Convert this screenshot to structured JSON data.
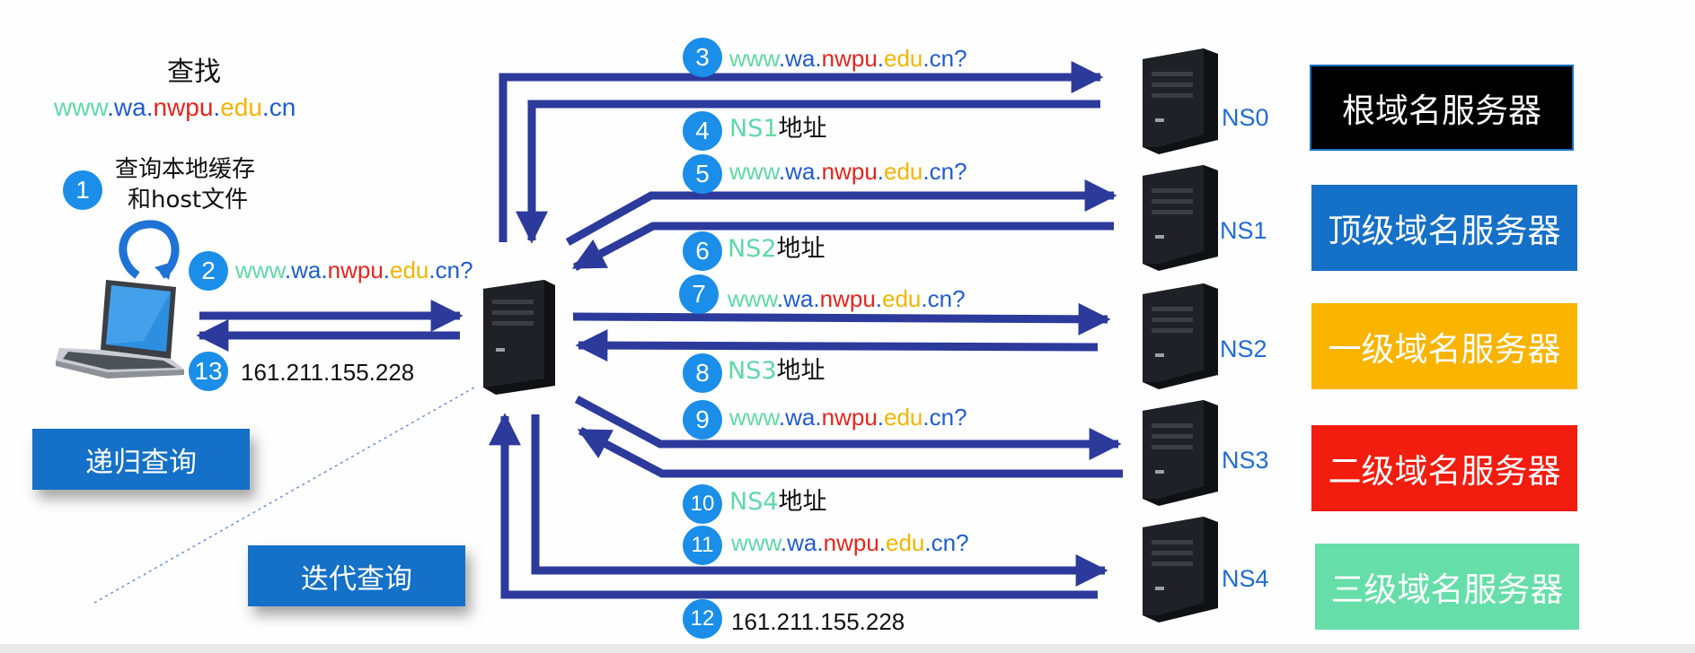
{
  "header": {
    "find_label": "查找",
    "domain_parts": [
      {
        "text": "www",
        "color": "#5fd9a6"
      },
      {
        "text": ".",
        "color": "#1f5cd0"
      },
      {
        "text": "wa",
        "color": "#1f5cd0"
      },
      {
        "text": ".",
        "color": "#1f5cd0"
      },
      {
        "text": "nwpu",
        "color": "#e8241c"
      },
      {
        "text": ".",
        "color": "#1f5cd0"
      },
      {
        "text": "edu",
        "color": "#f4b400"
      },
      {
        "text": ".",
        "color": "#1f5cd0"
      },
      {
        "text": "cn",
        "color": "#1f5cd0"
      }
    ]
  },
  "client": {
    "step1_line1": "查询本地缓存",
    "step1_line2": "和host文件"
  },
  "steps": [
    {
      "num": "1"
    },
    {
      "num": "2",
      "query": "www.wa.nwpu.edu.cn?"
    },
    {
      "num": "3",
      "query": "www.wa.nwpu.edu.cn?"
    },
    {
      "num": "4",
      "addr_prefix": "NS1",
      "addr_suffix": "地址"
    },
    {
      "num": "5",
      "query": "www.wa.nwpu.edu.cn?"
    },
    {
      "num": "6",
      "addr_prefix": "NS2",
      "addr_suffix": "地址"
    },
    {
      "num": "7",
      "query": "www.wa.nwpu.edu.cn?"
    },
    {
      "num": "8",
      "addr_prefix": "NS3",
      "addr_suffix": "地址"
    },
    {
      "num": "9",
      "query": "www.wa.nwpu.edu.cn?"
    },
    {
      "num": "10",
      "addr_prefix": "NS4",
      "addr_suffix": "地址"
    },
    {
      "num": "11",
      "query": "www.wa.nwpu.edu.cn?"
    },
    {
      "num": "12",
      "ip": "161.211.155.228"
    },
    {
      "num": "13",
      "ip": "161.211.155.228"
    }
  ],
  "query_colors": {
    "www": "#5fd9a6",
    "wa": "#1f5cd0",
    "nwpu": "#e8241c",
    "edu": "#f4b400",
    "cn": "#1f5cd0",
    "dot": "#1f5cd0",
    "q": "#1f5cd0"
  },
  "servers": [
    {
      "label": "NS0",
      "box": "根域名服务器",
      "bg": "#000000",
      "fg": "#ffffff"
    },
    {
      "label": "NS1",
      "box": "顶级域名服务器",
      "bg": "#1570c8",
      "fg": "#ffffff"
    },
    {
      "label": "NS2",
      "box": "一级域名服务器",
      "bg": "#f9b400",
      "fg": "#ffffff"
    },
    {
      "label": "NS3",
      "box": "二级域名服务器",
      "bg": "#f21c0f",
      "fg": "#ffffff"
    },
    {
      "label": "NS4",
      "box": "三级域名服务器",
      "bg": "#66dea9",
      "fg": "#ffffff"
    }
  ],
  "tags": {
    "recursive": "递归查询",
    "iterative": "迭代查询"
  },
  "colors": {
    "arrow": "#2c3a9c",
    "number_circle": "#1a8ee8",
    "ns_label": "#1f6cd6",
    "address_green": "#5fd9a6"
  }
}
